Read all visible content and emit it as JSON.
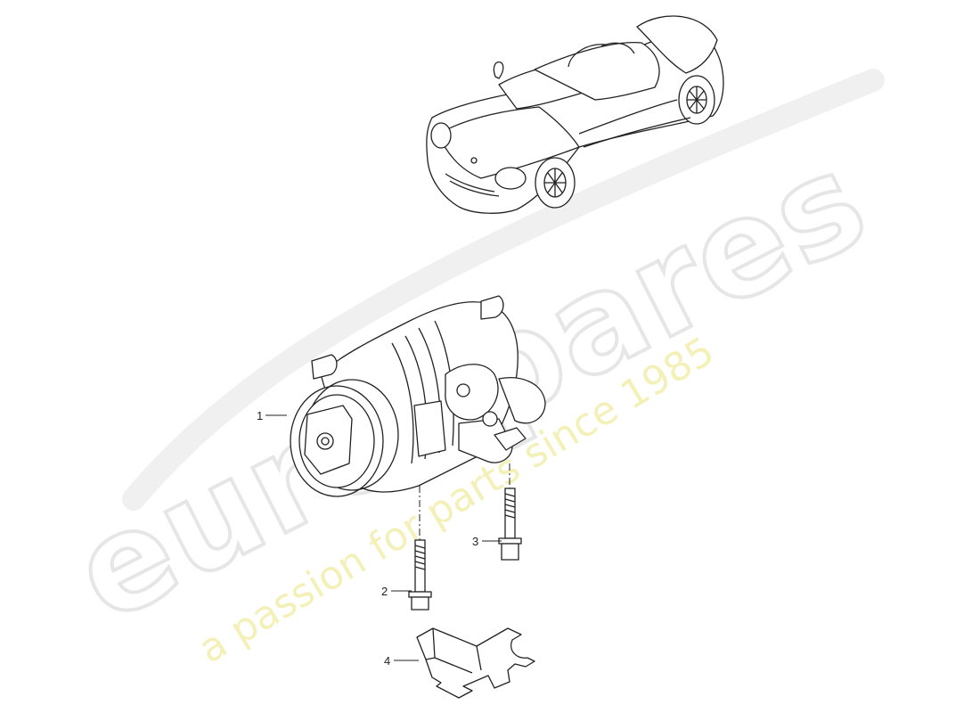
{
  "watermark": {
    "brand": "eurospares",
    "tagline": "a passion for parts since 1985"
  },
  "callouts": [
    {
      "id": "1",
      "label": "1"
    },
    {
      "id": "2",
      "label": "2"
    },
    {
      "id": "3",
      "label": "3"
    },
    {
      "id": "4",
      "label": "4"
    }
  ]
}
